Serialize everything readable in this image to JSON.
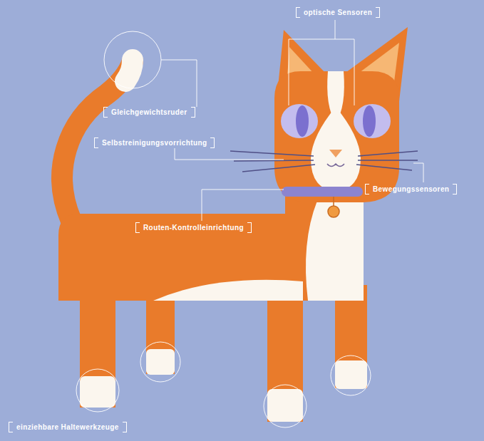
{
  "diagram": {
    "labels": [
      "optische Sensoren",
      "Gleichgewichtsruder",
      "Selbstreinigungsvorrichtung",
      "Bewegungssensoren",
      "Routen-Kontrolleinrichtung",
      "einziehbare Haltewerkzeuge"
    ]
  }
}
